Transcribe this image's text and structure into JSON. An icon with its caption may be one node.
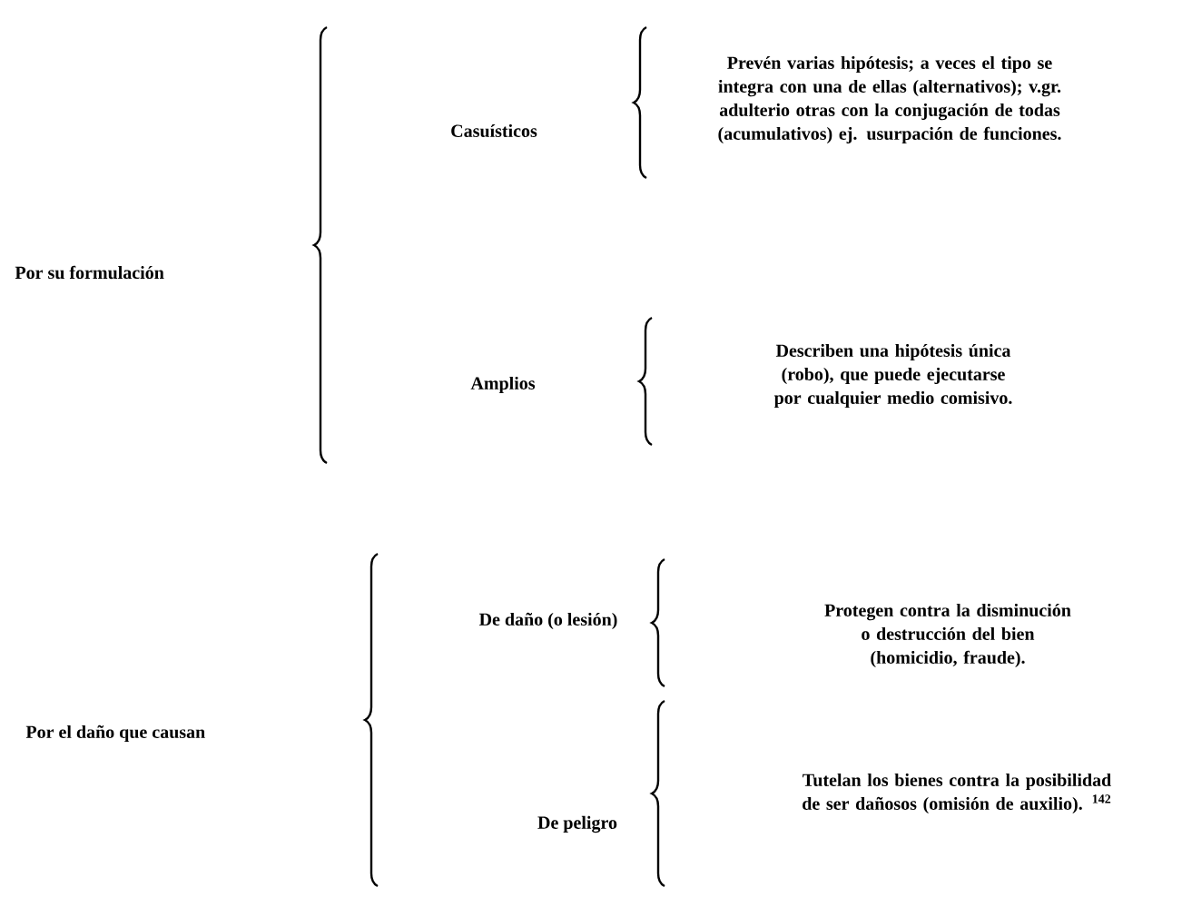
{
  "diagram": {
    "labels": [
      "Por su formulación",
      "Casuísticos",
      "Prevén varias hipótesis; a veces el tipo se integra con una de ellas (alternativos); v.gr. adulterio otras con la conjugación de todas (acumulativos) ej. usurpación de funciones.",
      "Amplios",
      "Describen una hipótesis única (robo), que puede ejecutarse por cualquier medio comisivo.",
      "Por el daño que causan",
      "De daño (o lesión)",
      "Protegen contra la disminución o destrucción del bien (homicidio, fraude).",
      "De peligro",
      "Tutelan los bienes contra la posibilidad de ser dañosos (omisión de auxilio). $^{142}$"
    ]
  }
}
